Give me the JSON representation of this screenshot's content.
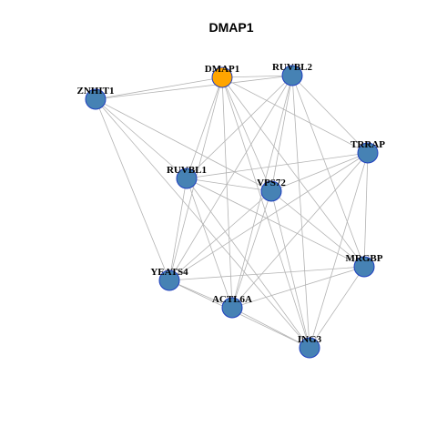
{
  "title": "DMAP1",
  "colors": {
    "hub": "#FFA500",
    "node": "#4682B4",
    "node_border": "#1f3fbf",
    "edge": "#b3b3b3"
  },
  "nodes": [
    {
      "id": "DMAP1",
      "label": "DMAP1",
      "hub": true
    },
    {
      "id": "RUVBL2",
      "label": "RUVBL2"
    },
    {
      "id": "ZNHIT1",
      "label": "ZNHIT1"
    },
    {
      "id": "TRRAP",
      "label": "TRRAP"
    },
    {
      "id": "RUVBL1",
      "label": "RUVBL1"
    },
    {
      "id": "VPS72",
      "label": "VPS72"
    },
    {
      "id": "MRGBP",
      "label": "MRGBP"
    },
    {
      "id": "YEATS4",
      "label": "YEATS4"
    },
    {
      "id": "ACTL6A",
      "label": "ACTL6A"
    },
    {
      "id": "ING3",
      "label": "ING3"
    }
  ],
  "edges": [
    [
      "DMAP1",
      "RUVBL2"
    ],
    [
      "DMAP1",
      "ZNHIT1"
    ],
    [
      "DMAP1",
      "TRRAP"
    ],
    [
      "DMAP1",
      "RUVBL1"
    ],
    [
      "DMAP1",
      "VPS72"
    ],
    [
      "DMAP1",
      "MRGBP"
    ],
    [
      "DMAP1",
      "YEATS4"
    ],
    [
      "DMAP1",
      "ACTL6A"
    ],
    [
      "DMAP1",
      "ING3"
    ],
    [
      "RUVBL2",
      "ZNHIT1"
    ],
    [
      "RUVBL2",
      "TRRAP"
    ],
    [
      "RUVBL2",
      "RUVBL1"
    ],
    [
      "RUVBL2",
      "VPS72"
    ],
    [
      "RUVBL2",
      "MRGBP"
    ],
    [
      "RUVBL2",
      "YEATS4"
    ],
    [
      "RUVBL2",
      "ACTL6A"
    ],
    [
      "RUVBL2",
      "ING3"
    ],
    [
      "ZNHIT1",
      "RUVBL1"
    ],
    [
      "ZNHIT1",
      "YEATS4"
    ],
    [
      "ZNHIT1",
      "ING3"
    ],
    [
      "ZNHIT1",
      "VPS72"
    ],
    [
      "TRRAP",
      "RUVBL1"
    ],
    [
      "TRRAP",
      "VPS72"
    ],
    [
      "TRRAP",
      "MRGBP"
    ],
    [
      "TRRAP",
      "YEATS4"
    ],
    [
      "TRRAP",
      "ACTL6A"
    ],
    [
      "TRRAP",
      "ING3"
    ],
    [
      "RUVBL1",
      "VPS72"
    ],
    [
      "RUVBL1",
      "MRGBP"
    ],
    [
      "RUVBL1",
      "YEATS4"
    ],
    [
      "RUVBL1",
      "ACTL6A"
    ],
    [
      "RUVBL1",
      "ING3"
    ],
    [
      "VPS72",
      "MRGBP"
    ],
    [
      "VPS72",
      "YEATS4"
    ],
    [
      "VPS72",
      "ACTL6A"
    ],
    [
      "VPS72",
      "ING3"
    ],
    [
      "MRGBP",
      "YEATS4"
    ],
    [
      "MRGBP",
      "ACTL6A"
    ],
    [
      "MRGBP",
      "ING3"
    ],
    [
      "YEATS4",
      "ACTL6A"
    ],
    [
      "YEATS4",
      "ING3"
    ],
    [
      "ACTL6A",
      "ING3"
    ]
  ]
}
